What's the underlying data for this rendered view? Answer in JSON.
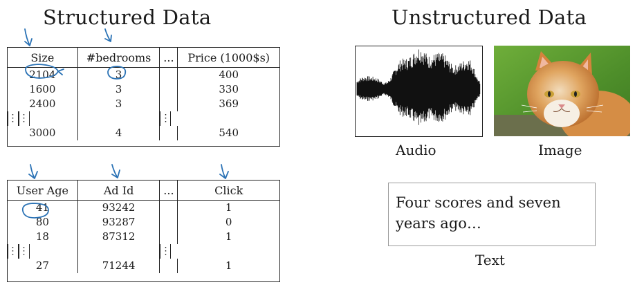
{
  "structured": {
    "title": "Structured Data",
    "housing": {
      "headers": [
        "Size",
        "#bedrooms",
        "...",
        "Price (1000$s)"
      ],
      "rows": [
        [
          "2104",
          "3",
          "",
          "400"
        ],
        [
          "1600",
          "3",
          "",
          "330"
        ],
        [
          "2400",
          "3",
          "",
          "369"
        ],
        [
          "⋮",
          "⋮",
          "",
          "⋮"
        ],
        [
          "3000",
          "4",
          "",
          "540"
        ]
      ]
    },
    "ads": {
      "headers": [
        "User Age",
        "Ad Id",
        "...",
        "Click"
      ],
      "rows": [
        [
          "41",
          "93242",
          "",
          "1"
        ],
        [
          "80",
          "93287",
          "",
          "0"
        ],
        [
          "18",
          "87312",
          "",
          "1"
        ],
        [
          "⋮",
          "⋮",
          "",
          "⋮"
        ],
        [
          "27",
          "71244",
          "",
          "1"
        ]
      ]
    }
  },
  "unstructured": {
    "title": "Unstructured Data",
    "audio_label": "Audio",
    "image_label": "Image",
    "text_label": "Text",
    "text_sample": "Four scores and seven years ago…"
  }
}
